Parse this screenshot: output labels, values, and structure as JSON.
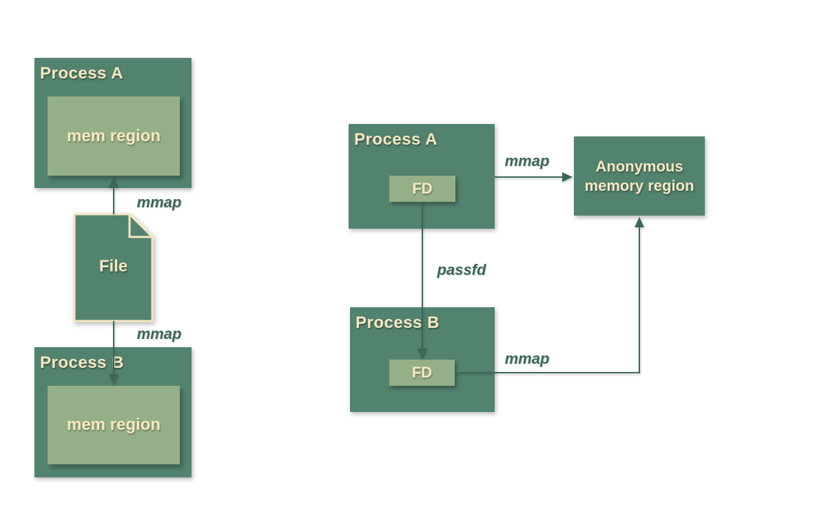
{
  "colors": {
    "background": "#ffffff",
    "box_green": "#52836f",
    "inner_green": "#95b089",
    "text_cream": "#f7e7c2",
    "line_green": "#3d6656"
  },
  "left_diagram": {
    "process_a": {
      "label": "Process A",
      "mem_label": "mem region"
    },
    "file": {
      "label": "File"
    },
    "process_b": {
      "label": "Process B",
      "mem_label": "mem region"
    },
    "mmap_top_label": "mmap",
    "mmap_bottom_label": "mmap"
  },
  "right_diagram": {
    "process_a": {
      "label": "Process A",
      "fd_label": "FD"
    },
    "process_b": {
      "label": "Process B",
      "fd_label": "FD"
    },
    "anonymous_region": {
      "label": "Anonymous memory region"
    },
    "mmap_a_label": "mmap",
    "passfd_label": "passfd",
    "mmap_b_label": "mmap"
  }
}
